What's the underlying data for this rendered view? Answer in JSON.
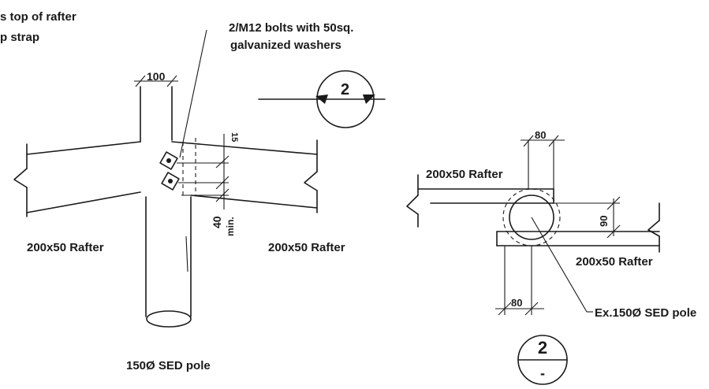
{
  "left_detail": {
    "note_line1": "s top of rafter",
    "note_line2": "p strap",
    "bolt_note_line1": "2/M12 bolts with 50sq.",
    "bolt_note_line2": "galvanized washers",
    "dim_top": "100",
    "dim_side": "40",
    "dim_min": "min.",
    "rafter_left": "200x50 Rafter",
    "rafter_right": "200x50 Rafter",
    "pole_label": "150Ø SED pole",
    "section_mark": "2"
  },
  "right_detail": {
    "dim_top": "80",
    "dim_right": "90",
    "dim_bottom": "80",
    "rafter_top": "200x50 Rafter",
    "rafter_bottom": "200x50 Rafter",
    "pole_label": "Ex.150Ø SED pole",
    "section_number": "2",
    "section_sub": "-"
  }
}
